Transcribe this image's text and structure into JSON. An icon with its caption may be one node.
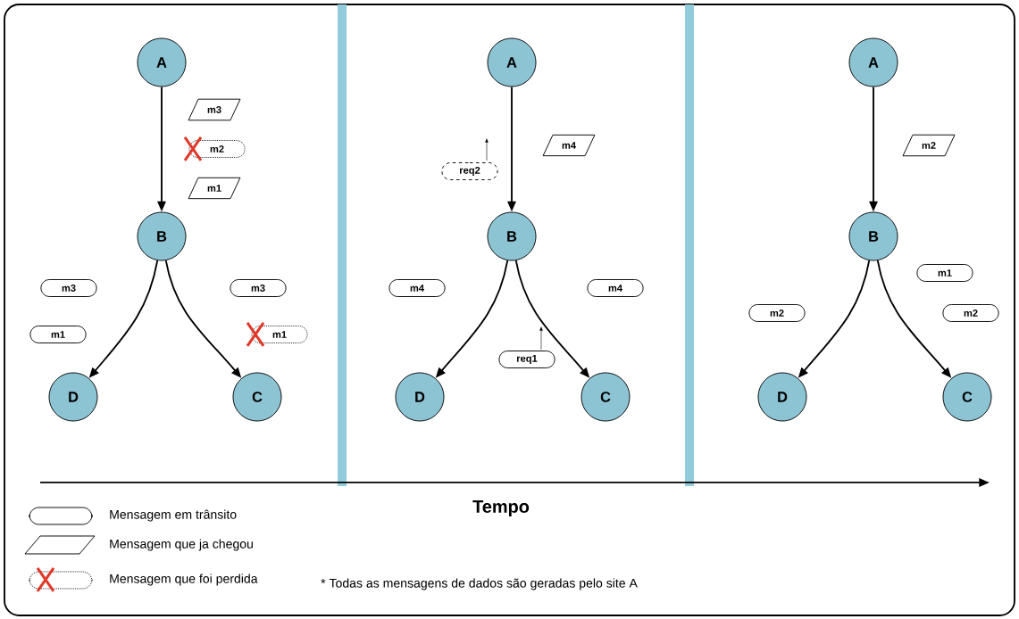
{
  "diagram": {
    "nodes": [
      {
        "text": [
          "A"
        ]
      },
      {
        "text": [
          "m3"
        ]
      },
      {
        "text": [
          "m2"
        ]
      },
      {
        "text": [
          "m1"
        ]
      },
      {
        "text": [
          "B"
        ]
      },
      {
        "text": [
          "m3"
        ]
      },
      {
        "text": [
          "m3"
        ]
      },
      {
        "text": [
          "m1"
        ]
      },
      {
        "text": [
          "m1"
        ]
      },
      {
        "text": [
          "D"
        ]
      },
      {
        "text": [
          "C"
        ]
      },
      {
        "text": [
          "A"
        ]
      },
      {
        "text": [
          "m4"
        ]
      },
      {
        "text": [
          "req2"
        ]
      },
      {
        "text": [
          "B"
        ]
      },
      {
        "text": [
          "m4"
        ]
      },
      {
        "text": [
          "m4"
        ]
      },
      {
        "text": [
          "req1"
        ]
      },
      {
        "text": [
          "D"
        ]
      },
      {
        "text": [
          "C"
        ]
      },
      {
        "text": [
          "A"
        ]
      },
      {
        "text": [
          "m2"
        ]
      },
      {
        "text": [
          "B"
        ]
      },
      {
        "text": [
          "m1"
        ]
      },
      {
        "text": [
          "m2"
        ]
      },
      {
        "text": [
          "m2"
        ]
      },
      {
        "text": [
          "D"
        ]
      },
      {
        "text": [
          "C"
        ]
      }
    ],
    "edges": [
      {
        "from": 0,
        "to": 4,
        "arrow": "to"
      },
      {
        "from": 4,
        "to": 9,
        "arrow": "to"
      },
      {
        "from": 4,
        "to": 10,
        "arrow": "to"
      },
      {
        "from": 11,
        "to": 14,
        "arrow": "to"
      },
      {
        "from": 14,
        "to": 18,
        "arrow": "to"
      },
      {
        "from": 14,
        "to": 19,
        "arrow": "to"
      },
      {
        "from": 20,
        "to": 22,
        "arrow": "to"
      },
      {
        "from": 22,
        "to": 26,
        "arrow": "to"
      },
      {
        "from": 22,
        "to": 27,
        "arrow": "to"
      }
    ],
    "labels": [
      "Tempo",
      "* Todas as mensagens de dados são geradas pelo site A"
    ],
    "legend": [
      {
        "text": "Mensagem em trânsito"
      },
      {
        "text": "Mensagem que ja chegou"
      },
      {
        "text": "Mensagem que foi perdida"
      }
    ]
  }
}
